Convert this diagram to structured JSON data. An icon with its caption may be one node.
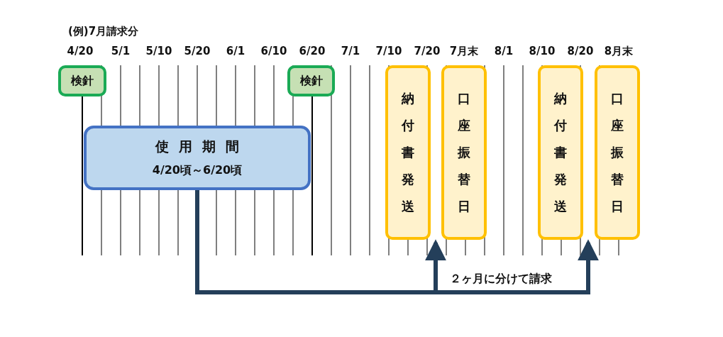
{
  "diagram": {
    "title": "(例)7月請求分",
    "nodes": [
      {
        "text": [
          "検針"
        ]
      },
      {
        "text": [
          "検針"
        ]
      },
      {
        "text": [
          "使用期間",
          "4/20頃～6/20頃"
        ]
      },
      {
        "text": [
          "納付書発送"
        ]
      },
      {
        "text": [
          "口座振替日"
        ]
      },
      {
        "text": [
          "納付書発送"
        ]
      },
      {
        "text": [
          "口座振替日"
        ]
      }
    ],
    "edges": [
      {
        "from": 2,
        "to": 3,
        "arrow": "to"
      },
      {
        "from": 2,
        "to": 5,
        "arrow": "to",
        "label": "２ヶ月に分けて請求"
      }
    ],
    "labels": [
      "4/20",
      "5/1",
      "5/10",
      "5/20",
      "6/1",
      "6/10",
      "6/20",
      "7/1",
      "7/10",
      "7/20",
      "7月末",
      "8/1",
      "8/10",
      "8/20",
      "8月末"
    ]
  }
}
